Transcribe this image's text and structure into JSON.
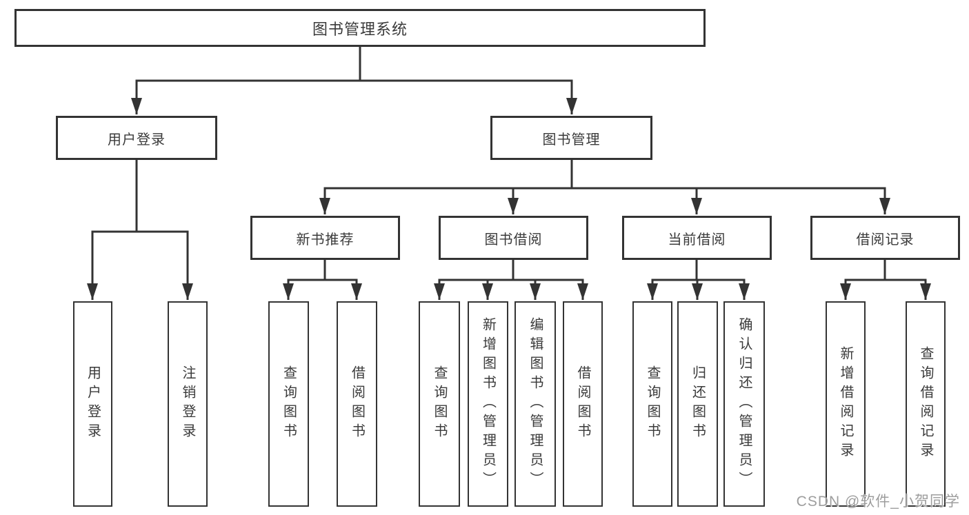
{
  "tree": {
    "root": {
      "label": "图书管理系统",
      "children": [
        {
          "label": "用户登录",
          "children": [
            {
              "label": "用户登录"
            },
            {
              "label": "注销登录"
            }
          ]
        },
        {
          "label": "图书管理",
          "children": [
            {
              "label": "新书推荐",
              "children": [
                {
                  "label": "查询图书"
                },
                {
                  "label": "借阅图书"
                }
              ]
            },
            {
              "label": "图书借阅",
              "children": [
                {
                  "label": "查询图书"
                },
                {
                  "label": "新增图书（管理员）"
                },
                {
                  "label": "编辑图书（管理员）"
                },
                {
                  "label": "借阅图书"
                }
              ]
            },
            {
              "label": "当前借阅",
              "children": [
                {
                  "label": "查询图书"
                },
                {
                  "label": "归还图书"
                },
                {
                  "label": "确认归还（管理员）"
                }
              ]
            },
            {
              "label": "借阅记录",
              "children": [
                {
                  "label": "新增借阅记录"
                },
                {
                  "label": "查询借阅记录"
                }
              ]
            }
          ]
        }
      ]
    }
  },
  "watermark": {
    "text": "CSDN @软件_小贺同学"
  },
  "colors": {
    "line": "#333333",
    "node_border": "#333333",
    "node_text": "#3a3a3a",
    "watermark_text": "#9d9d9d",
    "background": "#ffffff"
  }
}
